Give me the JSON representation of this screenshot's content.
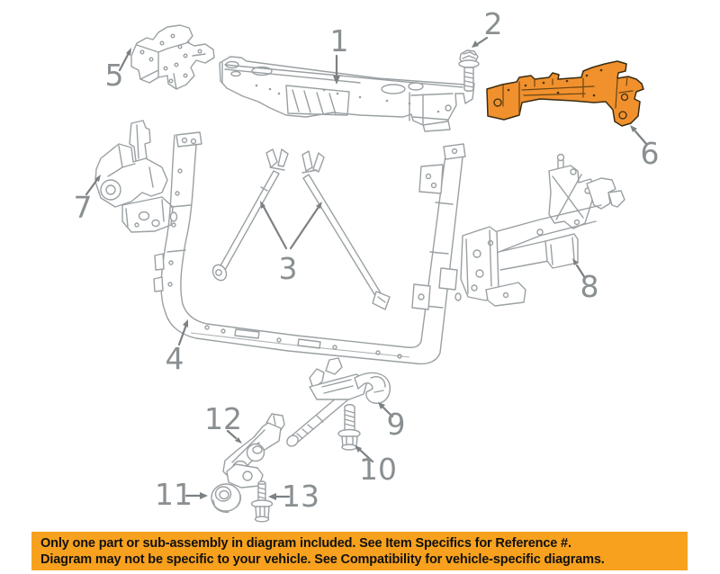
{
  "diagram": {
    "labels": {
      "p1": "1",
      "p2": "2",
      "p3": "3",
      "p4": "4",
      "p5": "5",
      "p6": "6",
      "p7": "7",
      "p8": "8",
      "p9": "9",
      "p10": "10",
      "p11": "11",
      "p12": "12",
      "p13": "13"
    },
    "highlighted_part": "6"
  },
  "colors": {
    "highlight_fill": "#F0912E",
    "line_gray": "#9aa0a3",
    "label_gray": "#8a8f92",
    "banner_background": "#F7A11E",
    "banner_text": "#111111"
  },
  "banner": {
    "line1": "Only one part or sub-assembly in diagram included. See Item Specifics for Reference #.",
    "line2": "Diagram may not be specific to your vehicle. See Compatibility for vehicle-specific diagrams."
  }
}
